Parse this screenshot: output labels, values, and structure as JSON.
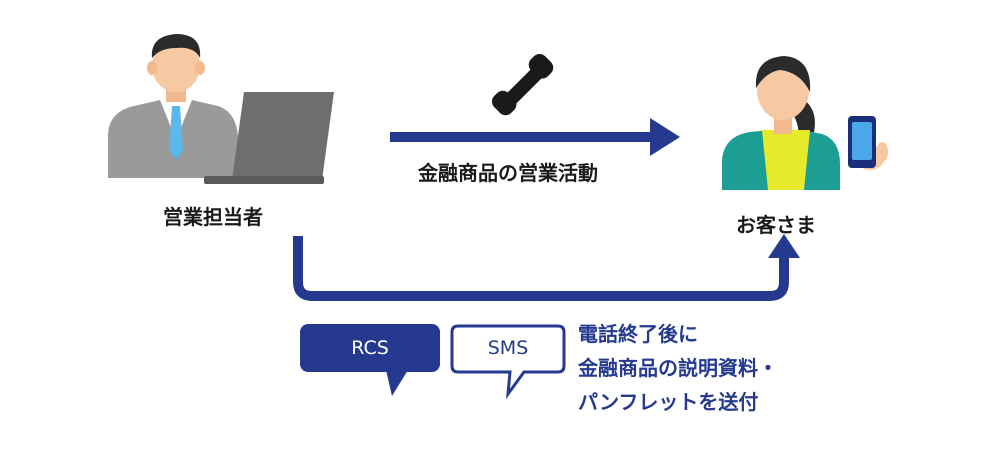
{
  "sales_rep": {
    "label": "営業担当者"
  },
  "customer": {
    "label": "お客さま"
  },
  "call_arrow": {
    "label": "金融商品の営業活動"
  },
  "bubbles": {
    "rcs": "RCS",
    "sms": "SMS"
  },
  "after_call_note": {
    "line1": "電話終了後に",
    "line2": "金融商品の説明資料・",
    "line3": "パンフレットを送付"
  },
  "colors": {
    "navy": "#253a8f",
    "suit_gray": "#9a9a9a",
    "laptop_gray": "#6e6e6e",
    "skin": "#f7c9a3",
    "hair": "#2b2b2b",
    "tie_blue": "#5bb8ea",
    "teal_jacket": "#1c9e94",
    "yellow_top": "#e6ea2a",
    "phone_blue": "#4aa8e8"
  }
}
